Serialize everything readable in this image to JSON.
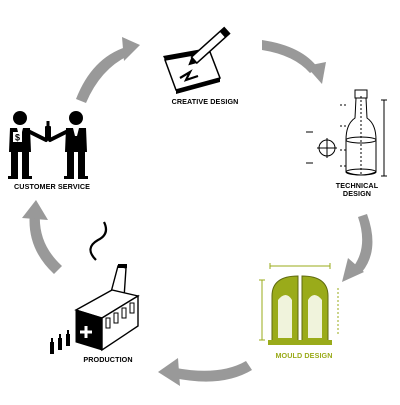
{
  "diagram": {
    "steps": [
      {
        "id": "creative",
        "label": "CREATIVE DESIGN",
        "icon": "notepad-pencil-icon",
        "color": "#000000"
      },
      {
        "id": "technical",
        "label_line1": "TECHNICAL",
        "label_line2": "DESIGN",
        "icon": "bottle-blueprint-icon",
        "color": "#000000"
      },
      {
        "id": "mould",
        "label": "MOULD DESIGN",
        "icon": "mould-icon",
        "color": "#9aab1a"
      },
      {
        "id": "production",
        "label": "PRODUCTION",
        "icon": "factory-icon",
        "color": "#000000"
      },
      {
        "id": "customer",
        "label": "CUSTOMER SERVICE",
        "icon": "handshake-icon",
        "color": "#000000"
      }
    ],
    "arrow_color": "#999999",
    "accent_color": "#9aab1a",
    "dollar_sign": "$"
  }
}
